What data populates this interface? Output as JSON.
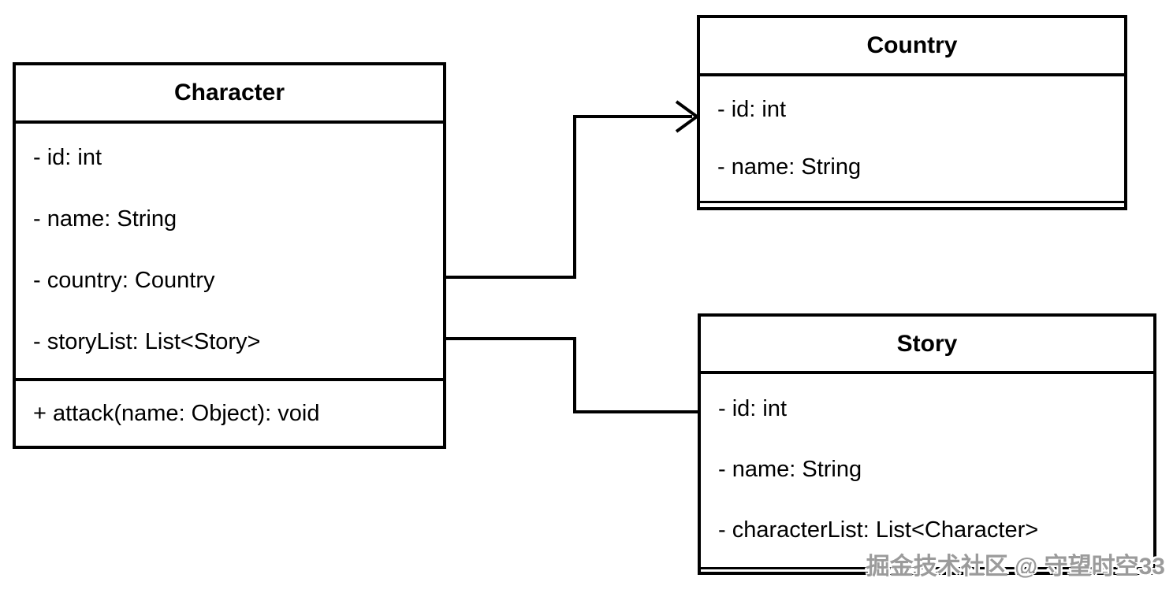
{
  "diagram": {
    "type": "uml-class-diagram",
    "classes": {
      "character": {
        "name": "Character",
        "attributes": [
          "- id: int",
          "- name: String",
          "- country: Country",
          "- storyList: List<Story>"
        ],
        "methods": [
          "+ attack(name: Object): void"
        ]
      },
      "country": {
        "name": "Country",
        "attributes": [
          "- id: int",
          "- name: String"
        ],
        "methods": []
      },
      "story": {
        "name": "Story",
        "attributes": [
          "- id: int",
          "- name: String",
          "- characterList: List<Character>"
        ],
        "methods": []
      }
    },
    "relationships": [
      {
        "from": "Character",
        "to": "Country",
        "style": "open-arrow"
      },
      {
        "from": "Character",
        "to": "Story",
        "style": "plain-line"
      }
    ],
    "colors": {
      "line": "#000000",
      "background": "#ffffff",
      "text": "#000000",
      "watermark": "#9b9b9b"
    }
  },
  "watermark": {
    "text": "掘金技术社区 @ 守望时空33"
  }
}
